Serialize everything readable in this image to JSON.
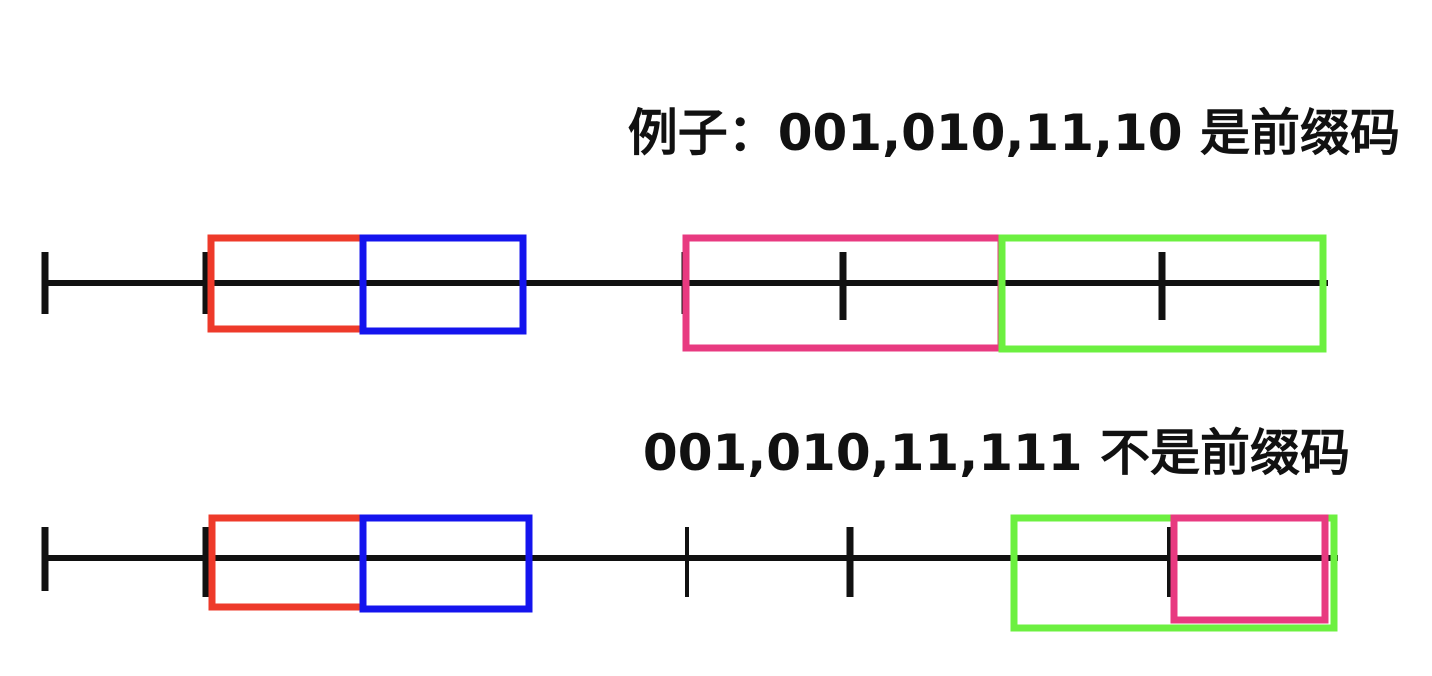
{
  "colors": {
    "line": "#111111",
    "red": "#ee3a2a",
    "blue": "#1414ee",
    "pink": "#e83a80",
    "green": "#6cf040"
  },
  "example_prefix": {
    "caption": "例子：001,010,11,10 是前缀码",
    "codes": [
      "001",
      "010",
      "11",
      "10"
    ],
    "interval_colors": [
      "red",
      "blue",
      "pink",
      "green"
    ],
    "intervals": [
      [
        0.125,
        0.25
      ],
      [
        0.25,
        0.375
      ],
      [
        0.5,
        0.75
      ],
      [
        0.75,
        1.0
      ]
    ]
  },
  "example_not_prefix": {
    "caption": "001,010,11,111 不是前缀码",
    "codes": [
      "001",
      "010",
      "11",
      "111"
    ],
    "interval_colors": [
      "red",
      "blue",
      "green",
      "pink"
    ],
    "intervals": [
      [
        0.125,
        0.25
      ],
      [
        0.25,
        0.375
      ],
      [
        0.75,
        1.0
      ],
      [
        0.875,
        1.0
      ]
    ]
  }
}
